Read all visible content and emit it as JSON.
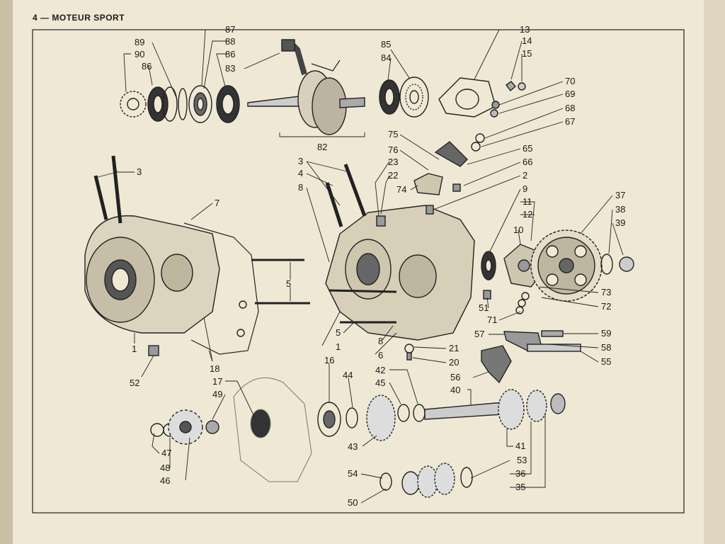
{
  "header": {
    "page_number": "4",
    "dash": "—",
    "title": "MOTEUR SPORT"
  },
  "callouts": [
    {
      "id": "87",
      "text": "87"
    },
    {
      "id": "88",
      "text": "88"
    },
    {
      "id": "86a",
      "text": "86"
    },
    {
      "id": "83",
      "text": "83"
    },
    {
      "id": "89",
      "text": "89"
    },
    {
      "id": "90",
      "text": "90"
    },
    {
      "id": "86b",
      "text": "86"
    },
    {
      "id": "85",
      "text": "85"
    },
    {
      "id": "84",
      "text": "84"
    },
    {
      "id": "13",
      "text": "13"
    },
    {
      "id": "14",
      "text": "14"
    },
    {
      "id": "15",
      "text": "15"
    },
    {
      "id": "70",
      "text": "70"
    },
    {
      "id": "69",
      "text": "69"
    },
    {
      "id": "68",
      "text": "68"
    },
    {
      "id": "67",
      "text": "67"
    },
    {
      "id": "82",
      "text": "82"
    },
    {
      "id": "75",
      "text": "75"
    },
    {
      "id": "76",
      "text": "76"
    },
    {
      "id": "65",
      "text": "65"
    },
    {
      "id": "66",
      "text": "66"
    },
    {
      "id": "74",
      "text": "74"
    },
    {
      "id": "2",
      "text": "2"
    },
    {
      "id": "22",
      "text": "22"
    },
    {
      "id": "23",
      "text": "23"
    },
    {
      "id": "3a",
      "text": "3"
    },
    {
      "id": "3b",
      "text": "3"
    },
    {
      "id": "4",
      "text": "4"
    },
    {
      "id": "8a",
      "text": "8"
    },
    {
      "id": "7",
      "text": "7"
    },
    {
      "id": "9",
      "text": "9"
    },
    {
      "id": "11",
      "text": "11"
    },
    {
      "id": "12",
      "text": "12"
    },
    {
      "id": "10",
      "text": "10"
    },
    {
      "id": "37",
      "text": "37"
    },
    {
      "id": "38",
      "text": "38"
    },
    {
      "id": "39",
      "text": "39"
    },
    {
      "id": "73",
      "text": "73"
    },
    {
      "id": "72",
      "text": "72"
    },
    {
      "id": "71",
      "text": "71"
    },
    {
      "id": "51",
      "text": "51"
    },
    {
      "id": "5a",
      "text": "5"
    },
    {
      "id": "5b",
      "text": "5"
    },
    {
      "id": "1a",
      "text": "1"
    },
    {
      "id": "1b",
      "text": "1"
    },
    {
      "id": "8b",
      "text": "8"
    },
    {
      "id": "6",
      "text": "6"
    },
    {
      "id": "21",
      "text": "21"
    },
    {
      "id": "20",
      "text": "20"
    },
    {
      "id": "57",
      "text": "57"
    },
    {
      "id": "59",
      "text": "59"
    },
    {
      "id": "58",
      "text": "58"
    },
    {
      "id": "55",
      "text": "55"
    },
    {
      "id": "56",
      "text": "56"
    },
    {
      "id": "52",
      "text": "52"
    },
    {
      "id": "18",
      "text": "18"
    },
    {
      "id": "16",
      "text": "16"
    },
    {
      "id": "44",
      "text": "44"
    },
    {
      "id": "42",
      "text": "42"
    },
    {
      "id": "45",
      "text": "45"
    },
    {
      "id": "40",
      "text": "40"
    },
    {
      "id": "17",
      "text": "17"
    },
    {
      "id": "49",
      "text": "49"
    },
    {
      "id": "47",
      "text": "47"
    },
    {
      "id": "48",
      "text": "48"
    },
    {
      "id": "46",
      "text": "46"
    },
    {
      "id": "43",
      "text": "43"
    },
    {
      "id": "41",
      "text": "41"
    },
    {
      "id": "53a",
      "text": "53"
    },
    {
      "id": "53b",
      "text": "53"
    },
    {
      "id": "36",
      "text": "36"
    },
    {
      "id": "35",
      "text": "35"
    },
    {
      "id": "54",
      "text": "54"
    },
    {
      "id": "50",
      "text": "50"
    }
  ]
}
